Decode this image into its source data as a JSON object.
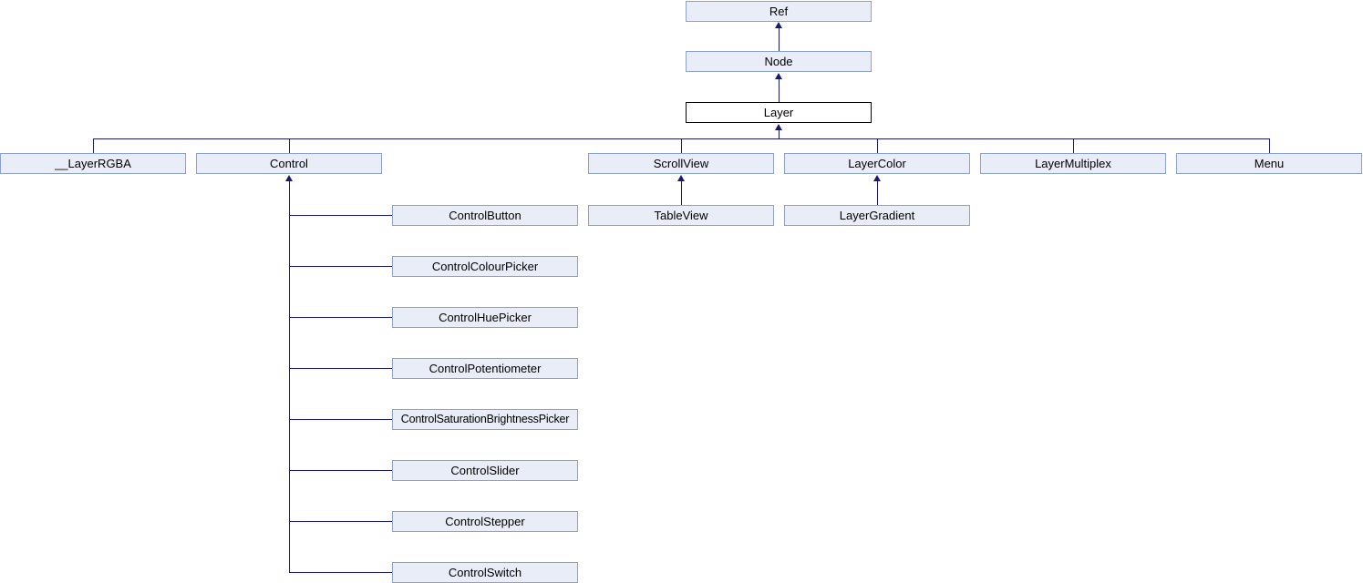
{
  "colors": {
    "box_fill": "#e8edf7",
    "box_border": "#8ea0cc",
    "edge_line": "#191970",
    "highlight_fill": "#ffffff",
    "highlight_border": "#000000",
    "text": "#000000"
  },
  "nodes": {
    "ref": "Ref",
    "node": "Node",
    "layer": "Layer",
    "layer_rgba": "__LayerRGBA",
    "control": "Control",
    "scrollview": "ScrollView",
    "layercolor": "LayerColor",
    "layermultiplex": "LayerMultiplex",
    "menu": "Menu",
    "controlbutton": "ControlButton",
    "controlcolourpicker": "ControlColourPicker",
    "controlhuepicker": "ControlHuePicker",
    "controlpotentiometer": "ControlPotentiometer",
    "controlsaturationbrightnesspicker": "ControlSaturationBrightnessPicker",
    "controlslider": "ControlSlider",
    "controlstepper": "ControlStepper",
    "controlswitch": "ControlSwitch",
    "tableview": "TableView",
    "layergradient": "LayerGradient"
  }
}
